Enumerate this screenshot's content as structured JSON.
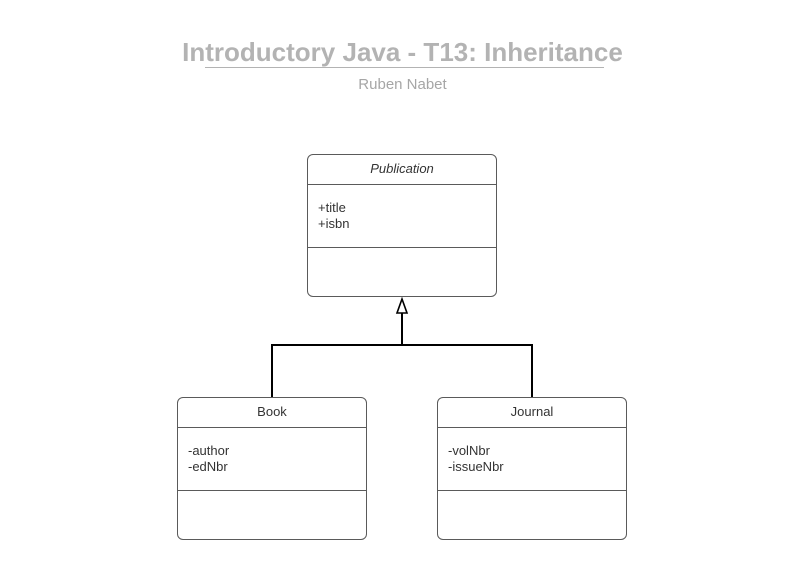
{
  "header": {
    "title": "Introductory Java - T13: Inheritance",
    "author": "Ruben Nabet"
  },
  "diagram": {
    "type": "uml-class-diagram",
    "classes": [
      {
        "id": "publication",
        "name": "Publication",
        "abstract": true,
        "attributes": [
          "+title",
          "+isbn"
        ],
        "operations": []
      },
      {
        "id": "book",
        "name": "Book",
        "abstract": false,
        "attributes": [
          "-author",
          "-edNbr"
        ],
        "operations": []
      },
      {
        "id": "journal",
        "name": "Journal",
        "abstract": false,
        "attributes": [
          "-volNbr",
          "-issueNbr"
        ],
        "operations": []
      }
    ],
    "relationships": [
      {
        "type": "generalization",
        "from": "book",
        "to": "publication"
      },
      {
        "type": "generalization",
        "from": "journal",
        "to": "publication"
      }
    ],
    "colors": {
      "title": "#b3b3b3",
      "subtitle": "#a6a6a6",
      "box_border": "#5a5a5a",
      "connector": "#000000",
      "text": "#333333"
    }
  }
}
